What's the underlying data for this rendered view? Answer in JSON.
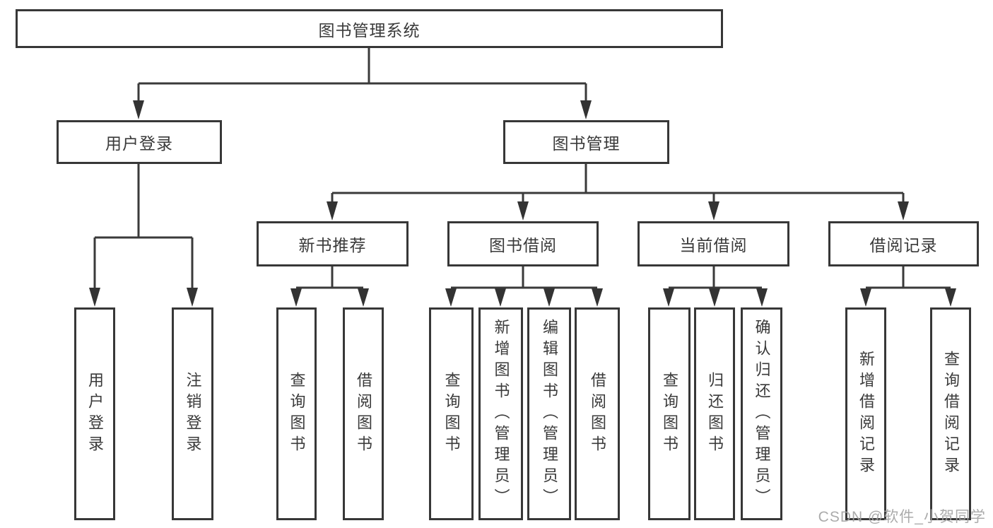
{
  "diagram_title": "图书管理系统",
  "nodes": {
    "root": "图书管理系统",
    "user_login": "用户登录",
    "book_mgmt": "图书管理",
    "new_book_rec": "新书推荐",
    "book_borrow": "图书借阅",
    "current_borrow": "当前借阅",
    "borrow_records": "借阅记录",
    "leaf_user_login": "用户登录",
    "leaf_logout": "注销登录",
    "leaf_rec_query_books": "查询图书",
    "leaf_rec_borrow_books": "借阅图书",
    "leaf_bb_query_books": "查询图书",
    "leaf_bb_add_books": "新增图书（管理员）",
    "leaf_bb_edit_books": "编辑图书（管理员）",
    "leaf_bb_borrow_books": "借阅图书",
    "leaf_cb_query_books": "查询图书",
    "leaf_cb_return_books": "归还图书",
    "leaf_cb_confirm_return": "确认归还（管理员）",
    "leaf_br_add_record": "新增借阅记录",
    "leaf_br_query_record": "查询借阅记录"
  },
  "watermark": {
    "text": "CSDN @软件_小贺同学"
  },
  "colors": {
    "line": "#3a3a3a",
    "border": "#373737",
    "text": "#3a3a3a",
    "watermark": "#a3a3a3",
    "background": "#ffffff"
  }
}
